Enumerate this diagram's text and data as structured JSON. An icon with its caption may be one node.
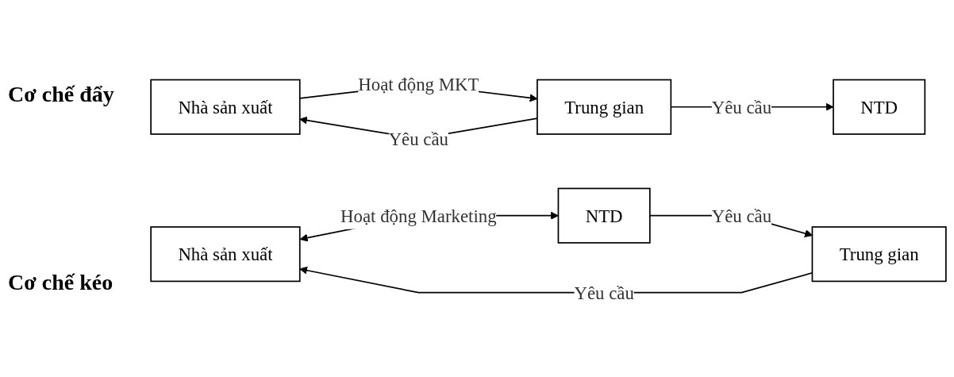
{
  "diagram": {
    "nodes": [
      {
        "text": [
          "Nhà sản xuất"
        ]
      },
      {
        "text": [
          "Trung gian"
        ]
      },
      {
        "text": [
          "NTD"
        ]
      },
      {
        "text": [
          "Nhà sản xuất"
        ]
      },
      {
        "text": [
          "Trung gian"
        ]
      },
      {
        "text": [
          "NTD"
        ]
      }
    ],
    "edges": [
      {
        "from": 0,
        "to": 1,
        "arrow": "to",
        "label": "Hoạt động MKT"
      },
      {
        "from": 1,
        "to": 2,
        "arrow": "to",
        "label": "Yêu cầu"
      },
      {
        "from": 1,
        "to": 0,
        "arrow": "to",
        "label": "Yêu cầu"
      },
      {
        "from": 4,
        "to": 3,
        "arrow": "to",
        "label": "Yêu cầu"
      },
      {
        "from": 5,
        "to": 4,
        "arrow": "to",
        "label": "Yêu cầu"
      },
      {
        "from": 3,
        "to": 5,
        "arrow": "both",
        "label": "Hoạt động Marketing"
      }
    ],
    "labels": [
      "Cơ chế đẩy",
      "Cơ chế kéo"
    ]
  }
}
